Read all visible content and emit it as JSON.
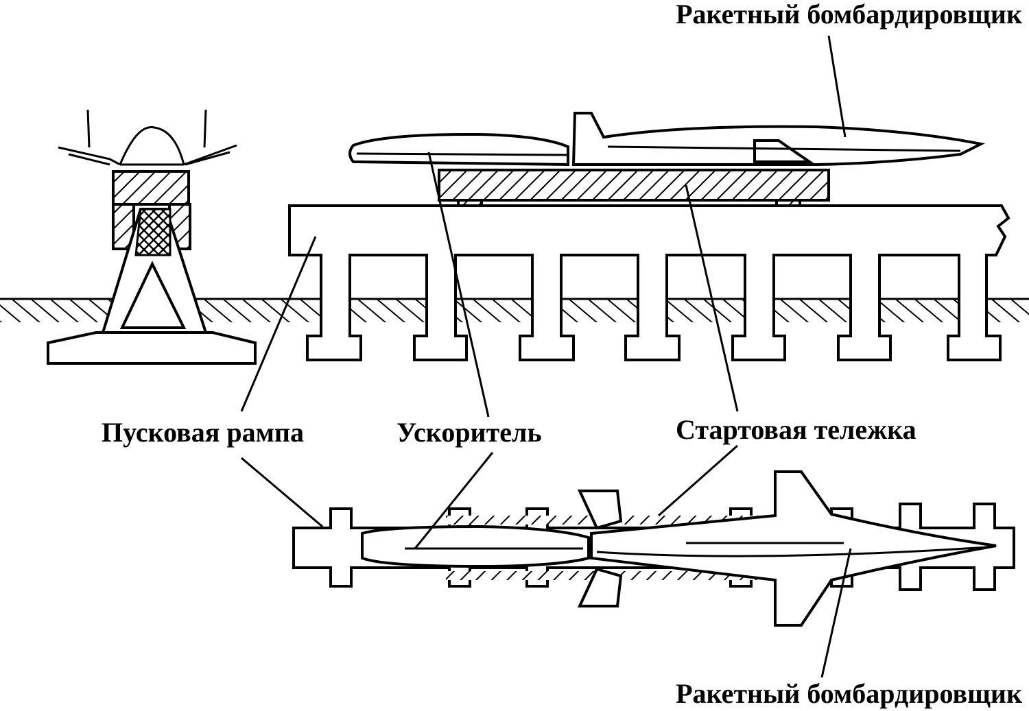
{
  "labels": {
    "bomber_top": "Ракетный бомбардировщик",
    "launch_ramp": "Пусковая рампа",
    "booster": "Ускоритель",
    "launch_sled": "Стартовая тележка",
    "bomber_bottom": "Ракетный бомбардировщик"
  }
}
